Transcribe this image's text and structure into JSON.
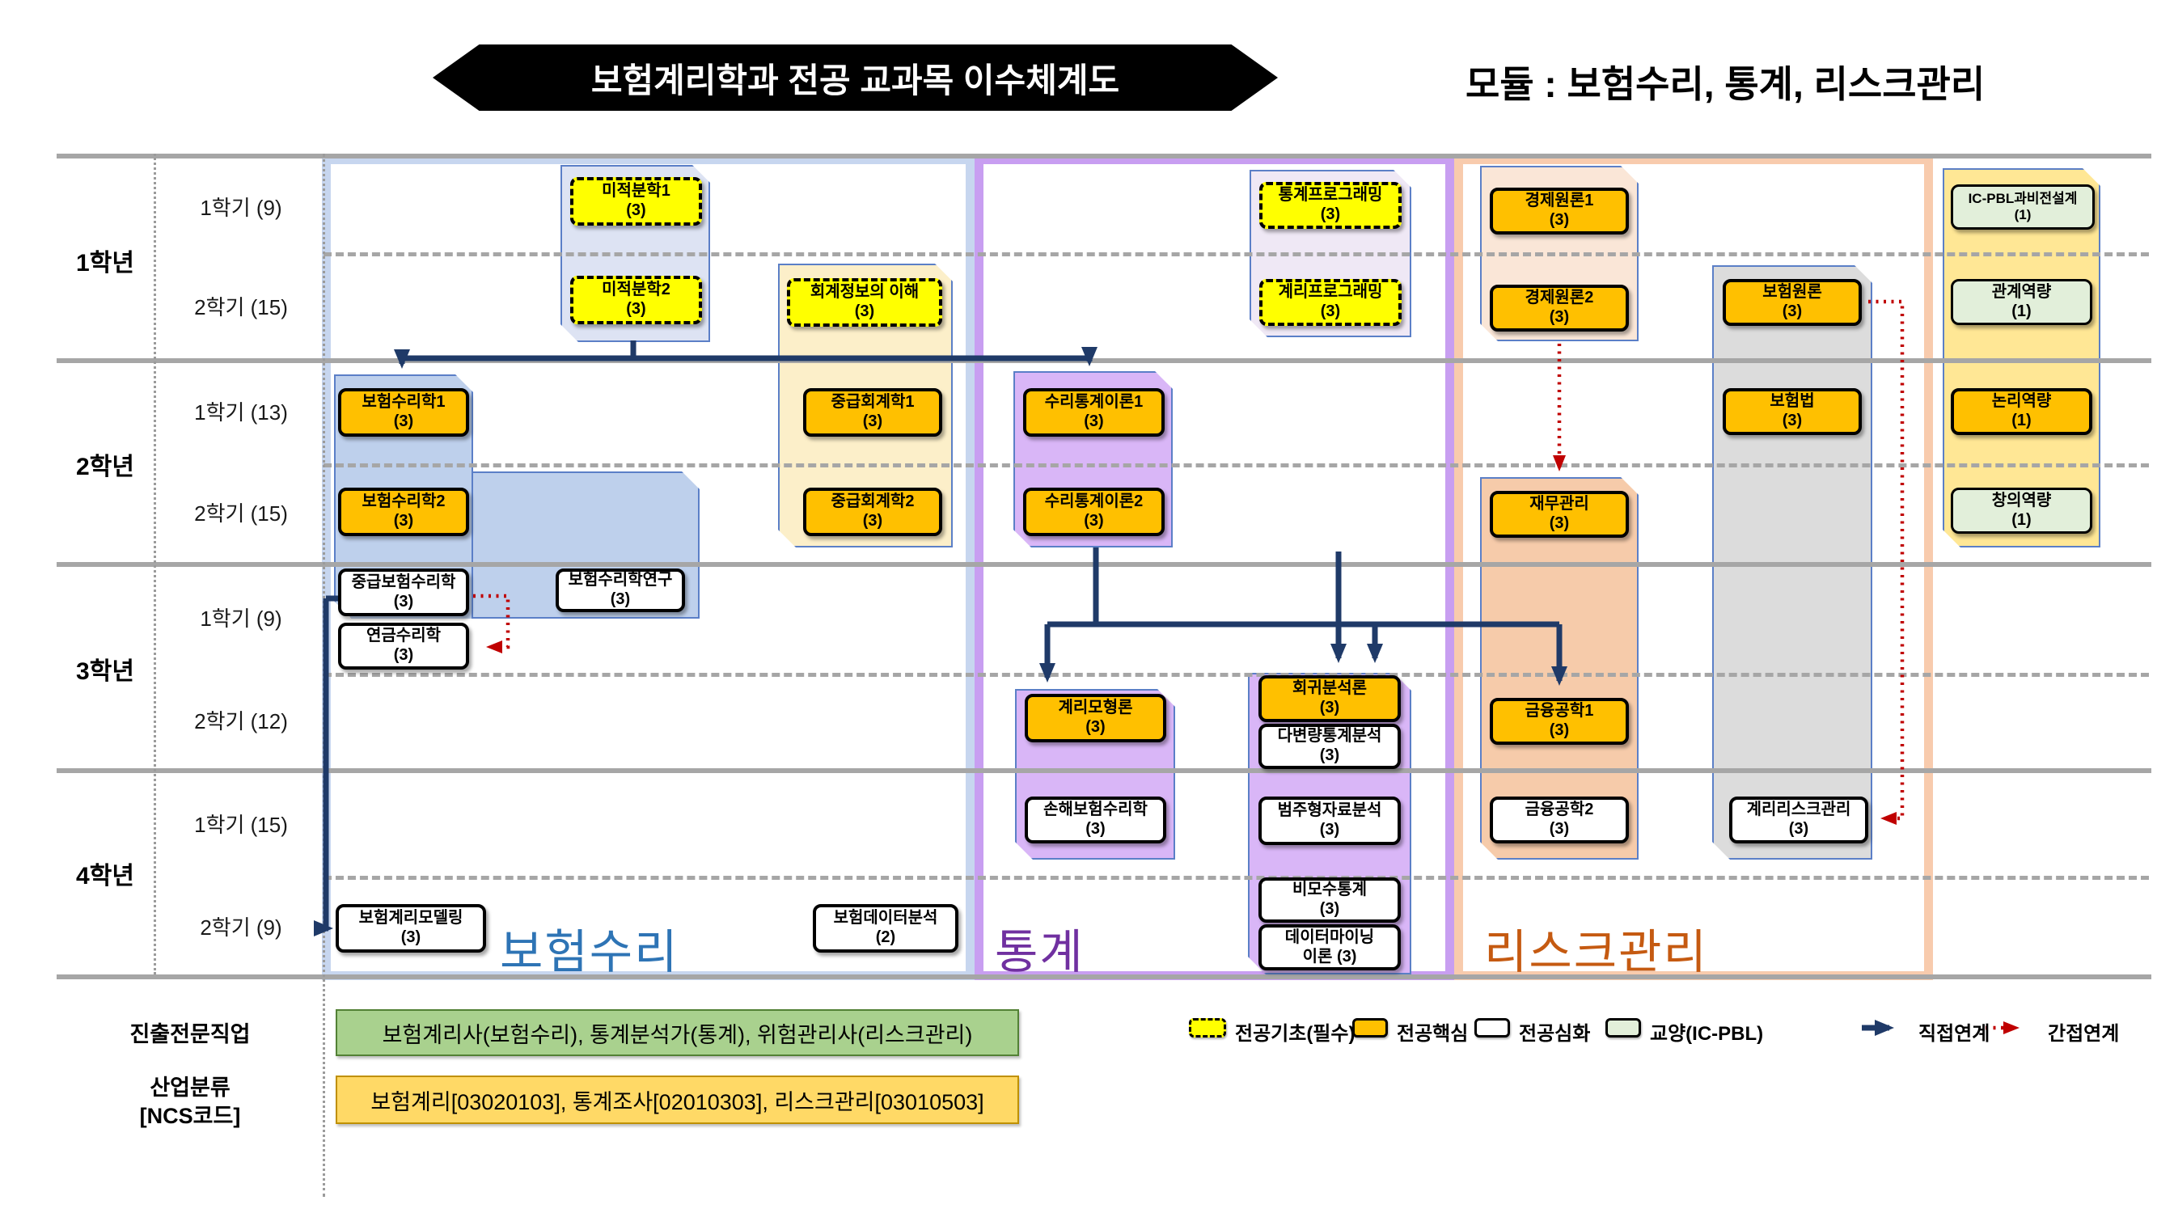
{
  "banner": {
    "title": "보험계리학과 전공 교과목 이수체계도",
    "module": "모듈 : 보험수리, 통계, 리스크관리"
  },
  "years": [
    {
      "label": "1학년"
    },
    {
      "label": "2학년"
    },
    {
      "label": "3학년"
    },
    {
      "label": "4학년"
    }
  ],
  "semesters": [
    {
      "label": "1학기 (9)"
    },
    {
      "label": "2학기 (15)"
    },
    {
      "label": "1학기 (13)"
    },
    {
      "label": "2학기 (15)"
    },
    {
      "label": "1학기 (9)"
    },
    {
      "label": "2학기 (12)"
    },
    {
      "label": "1학기 (15)"
    },
    {
      "label": "2학기 (9)"
    }
  ],
  "regions": {
    "ins": {
      "label": "보험수리",
      "color": "#2e74b5"
    },
    "stat": {
      "label": "통계",
      "color": "#7030a0"
    },
    "risk": {
      "label": "리스크관리",
      "color": "#c55a11"
    }
  },
  "courses": {
    "calc1": {
      "t": "미적분학1",
      "c": "(3)"
    },
    "calc2": {
      "t": "미적분학2",
      "c": "(3)"
    },
    "acct_intro": {
      "t": "회계정보의 이해",
      "c": "(3)"
    },
    "stat_prog": {
      "t": "통계프로그래밍",
      "c": "(3)"
    },
    "act_prog": {
      "t": "계리프로그래밍",
      "c": "(3)"
    },
    "ins_math1": {
      "t": "보험수리학1",
      "c": "(3)"
    },
    "ins_math2": {
      "t": "보험수리학2",
      "c": "(3)"
    },
    "acct_mid1": {
      "t": "중급회계학1",
      "c": "(3)"
    },
    "acct_mid2": {
      "t": "중급회계학2",
      "c": "(3)"
    },
    "math_stat1": {
      "t": "수리통계이론1",
      "c": "(3)"
    },
    "math_stat2": {
      "t": "수리통계이론2",
      "c": "(3)"
    },
    "ins_math_mid": {
      "t": "중급보험수리학",
      "c": "(3)"
    },
    "pension": {
      "t": "연금수리학",
      "c": "(3)"
    },
    "ins_math_research": {
      "t": "보험수리학연구",
      "c": "(3)"
    },
    "act_model": {
      "t": "계리모형론",
      "c": "(3)"
    },
    "nonlife": {
      "t": "손해보험수리학",
      "c": "(3)"
    },
    "regression": {
      "t": "회귀분석론",
      "c": "(3)"
    },
    "multivar": {
      "t": "다변량통계분석",
      "c": "(3)"
    },
    "categorical": {
      "t": "범주형자료분석",
      "c": "(3)"
    },
    "nonparam": {
      "t": "비모수통계",
      "c": "(3)"
    },
    "datamining": {
      "t": "데이터마이닝",
      "c": "이론 (3)"
    },
    "econ1": {
      "t": "경제원론1",
      "c": "(3)"
    },
    "econ2": {
      "t": "경제원론2",
      "c": "(3)"
    },
    "finance_mgmt": {
      "t": "재무관리",
      "c": "(3)"
    },
    "fin_eng1": {
      "t": "금융공학1",
      "c": "(3)"
    },
    "fin_eng2": {
      "t": "금융공학2",
      "c": "(3)"
    },
    "ins_principles": {
      "t": "보험원론",
      "c": "(3)"
    },
    "ins_law": {
      "t": "보험법",
      "c": "(3)"
    },
    "act_risk": {
      "t": "계리리스크관리",
      "c": "(3)"
    },
    "act_modeling": {
      "t": "보험계리모델링",
      "c": "(3)"
    },
    "ins_data": {
      "t": "보험데이터분석",
      "c": "(2)"
    },
    "icpbl": {
      "t": "IC-PBL과비전설계",
      "c": "(1)"
    },
    "rel": {
      "t": "관계역량",
      "c": "(1)"
    },
    "logic": {
      "t": "논리역량",
      "c": "(1)"
    },
    "creative": {
      "t": "창의역량",
      "c": "(1)"
    }
  },
  "legend": {
    "basic": "전공기초(필수)",
    "core": "전공핵심",
    "advanced": "전공심화",
    "liberal": "교양(IC-PBL)",
    "direct": "직접연계",
    "indirect": "간접연계"
  },
  "bottom": {
    "careers_label": "진출전문직업",
    "careers_value": "보험계리사(보험수리), 통계분석가(통계), 위험관리사(리스크관리)",
    "ncs_label1": "산업분류",
    "ncs_label2": "[NCS코드]",
    "ncs_value": "보험계리[03020103],  통계조사[02010303],  리스크관리[03010503]"
  },
  "colors": {
    "direct_arrow": "#1f3a68",
    "indirect_arrow": "#c00000",
    "course_basic": "#ffff00",
    "course_core": "#ffc000",
    "course_advanced": "#ffffff",
    "course_liberal": "#e2efda"
  }
}
